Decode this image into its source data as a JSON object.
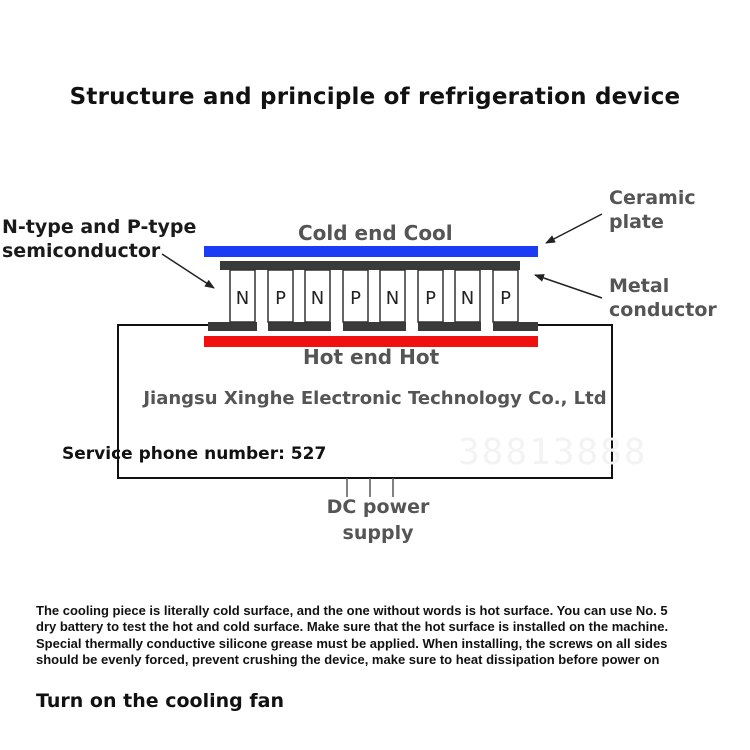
{
  "title": "Structure and principle of refrigeration device",
  "labels": {
    "cold_end": "Cold end Cool",
    "hot_end": "Hot end Hot",
    "ceramic_plate_line1": "Ceramic",
    "ceramic_plate_line2": "plate",
    "metal_conductor_line1": "Metal",
    "metal_conductor_line2": "conductor",
    "semiconductor_line1": "N-type and P-type",
    "semiconductor_line2": "semiconductor",
    "dc_power_line1": "DC power",
    "dc_power_line2": "supply"
  },
  "elements": [
    "N",
    "P",
    "N",
    "P",
    "N",
    "P",
    "N",
    "P"
  ],
  "company": "Jiangsu Xinghe Electronic Technology Co., Ltd",
  "service_phone": "Service phone number: 527",
  "watermark": "38813888",
  "note": "The cooling piece is literally cold surface, and the one without words is hot surface. You can use No. 5 dry battery to test the hot and cold surface. Make sure that the hot surface is installed on the machine. Special thermally conductive silicone grease must be applied. When installing, the screws on all sides should be evenly forced, prevent crushing the device, make sure to heat dissipation before power on",
  "footer": "Turn on the cooling fan",
  "colors": {
    "cold_plate": "#1a3cf5",
    "hot_plate": "#f01010",
    "conductor": "#3a3a3a"
  }
}
